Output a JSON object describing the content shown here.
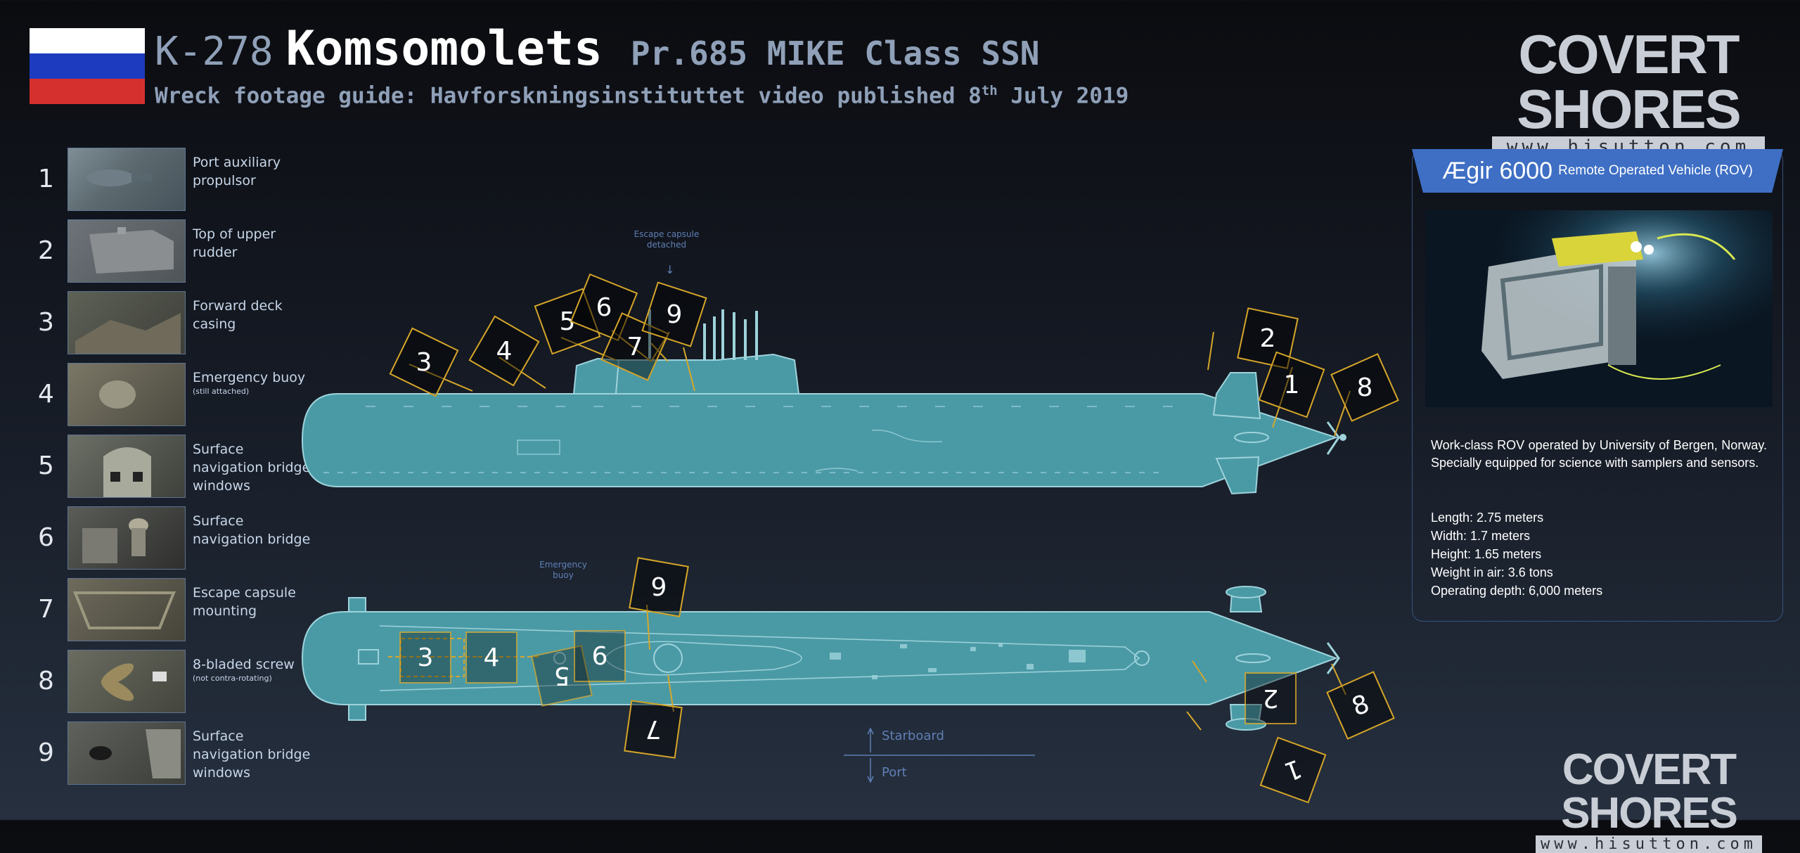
{
  "header": {
    "hull_number": "K-278",
    "name": "Komsomolets",
    "class": "Pr.685 MIKE Class SSN",
    "subtitle_before": "Wreck footage guide: Havforskningsinstituttet video published 8",
    "subtitle_sup": "th",
    "subtitle_after": " July 2019",
    "flag_colors": [
      "#ffffff",
      "#1d3bbf",
      "#d5302d"
    ]
  },
  "logos": {
    "brand": "COVERT SHORES",
    "url": "www.hisutton.com"
  },
  "guide": [
    {
      "num": "1",
      "label": "Port auxiliary propulsor",
      "note": ""
    },
    {
      "num": "2",
      "label": "Top of upper rudder",
      "note": ""
    },
    {
      "num": "3",
      "label": "Forward deck casing",
      "note": ""
    },
    {
      "num": "4",
      "label": "Emergency buoy",
      "note": "(still attached)"
    },
    {
      "num": "5",
      "label": "Surface navigation bridge windows",
      "note": ""
    },
    {
      "num": "6",
      "label": "Surface navigation bridge",
      "note": ""
    },
    {
      "num": "7",
      "label": "Escape capsule mounting",
      "note": ""
    },
    {
      "num": "8",
      "label": "8-bladed screw",
      "note": "(not contra-rotating)"
    },
    {
      "num": "9",
      "label": "Surface navigation bridge windows",
      "note": ""
    }
  ],
  "annotations": {
    "escape_capsule": "Escape capsule detached",
    "emergency_buoy": "Emergency buoy",
    "starboard": "Starboard",
    "port": "Port"
  },
  "callouts": {
    "side": [
      "3",
      "4",
      "5",
      "6",
      "7",
      "9",
      "2",
      "1",
      "8"
    ],
    "top": [
      "9",
      "3",
      "4",
      "5",
      "6",
      "7",
      "2",
      "8",
      "1"
    ]
  },
  "rov": {
    "name": "Ægir 6000",
    "subtitle": "Remote Operated Vehicle (ROV)",
    "description": "Work-class ROV operated by University of Bergen, Norway. Specially equipped for science with samplers and sensors.",
    "specs": [
      "Length: 2.75 meters",
      "Width: 1.7 meters",
      "Height: 1.65 meters",
      "Weight in air: 3.6 tons",
      "Operating depth: 6,000 meters"
    ]
  },
  "colors": {
    "hull": "#4a9aa6",
    "hull_line": "#9ed3db",
    "callout": "#d6a62a",
    "accent_blue": "#3e6fc4",
    "annotation_blue": "#5f7fb6"
  }
}
